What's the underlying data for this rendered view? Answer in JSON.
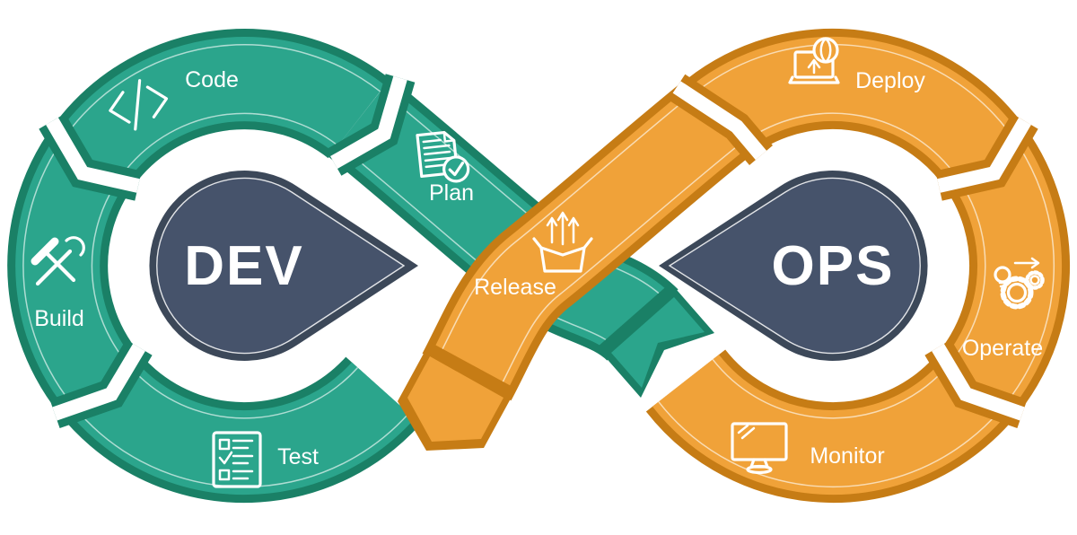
{
  "colors": {
    "green": "#2ba58c",
    "green-dark": "#1a8066",
    "orange": "#f0a239",
    "orange-dark": "#c67c15",
    "core": "#46536b",
    "core-dark": "#3c4859",
    "label": "#ffffff"
  },
  "left_loop": {
    "name": "DEV",
    "segments": [
      {
        "label": "Code",
        "icon": "code-icon"
      },
      {
        "label": "Plan",
        "icon": "plan-document-icon"
      },
      {
        "label": "Build",
        "icon": "build-tools-icon"
      },
      {
        "label": "Test",
        "icon": "test-checklist-icon"
      }
    ]
  },
  "right_loop": {
    "name": "OPS",
    "segments": [
      {
        "label": "Deploy",
        "icon": "deploy-laptop-icon"
      },
      {
        "label": "Operate",
        "icon": "operate-gears-icon"
      },
      {
        "label": "Monitor",
        "icon": "monitor-screen-icon"
      }
    ]
  },
  "band": {
    "label": "Release",
    "icon": "release-box-icon"
  }
}
